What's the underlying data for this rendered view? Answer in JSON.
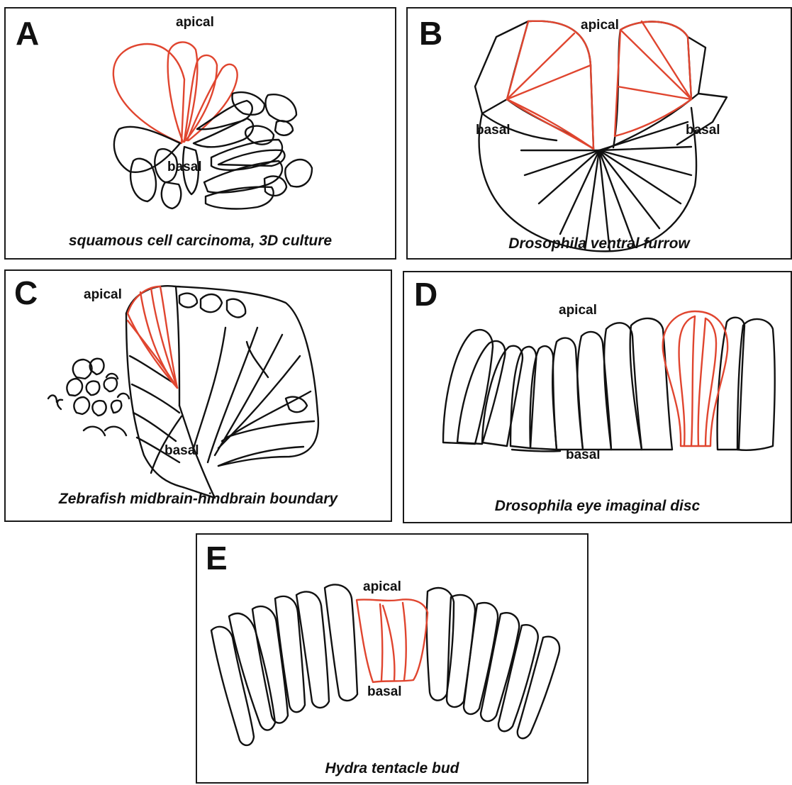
{
  "colors": {
    "highlight": "#e0452f",
    "outline": "#111111"
  },
  "panels": {
    "a": {
      "letter": "A",
      "apical": "apical",
      "basal": "basal",
      "caption": "squamous cell carcinoma, 3D culture"
    },
    "b": {
      "letter": "B",
      "apical": "apical",
      "basal_left": "basal",
      "basal_right": "basal",
      "caption": "Drosophila ventral furrow"
    },
    "c": {
      "letter": "C",
      "apical": "apical",
      "basal": "basal",
      "caption": "Zebrafish midbrain-hindbrain boundary"
    },
    "d": {
      "letter": "D",
      "apical": "apical",
      "basal": "basal",
      "caption": "Drosophila eye imaginal disc"
    },
    "e": {
      "letter": "E",
      "apical": "apical",
      "basal": "basal",
      "caption": "Hydra tentacle bud"
    }
  }
}
